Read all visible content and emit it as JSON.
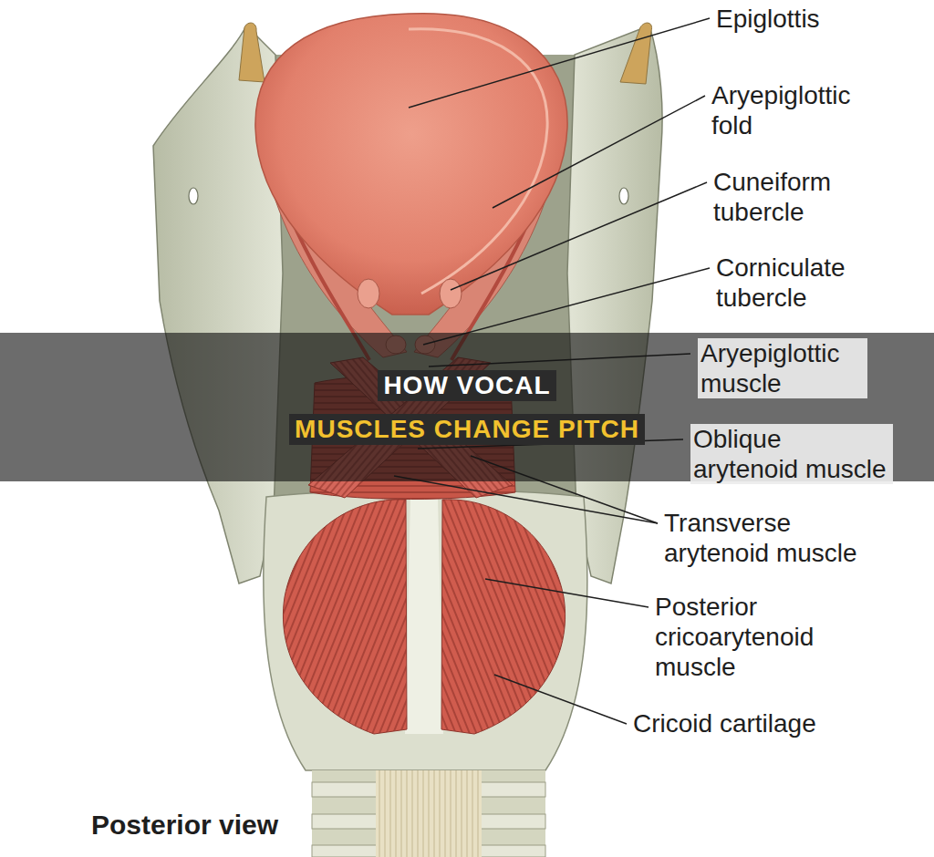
{
  "diagram": {
    "nodes": [
      {
        "text": [
          "HOW VOCAL",
          "MUSCLES CHANGE PITCH"
        ]
      }
    ],
    "labels": [
      "Epiglottis",
      "Aryepiglottic fold",
      "Cuneiform tubercle",
      "Corniculate tubercle",
      "Aryepiglottic muscle",
      "Oblique arytenoid muscle",
      "Transverse arytenoid muscle",
      "Posterior cricoarytenoid muscle",
      "Cricoid cartilage",
      "Posterior view"
    ]
  }
}
